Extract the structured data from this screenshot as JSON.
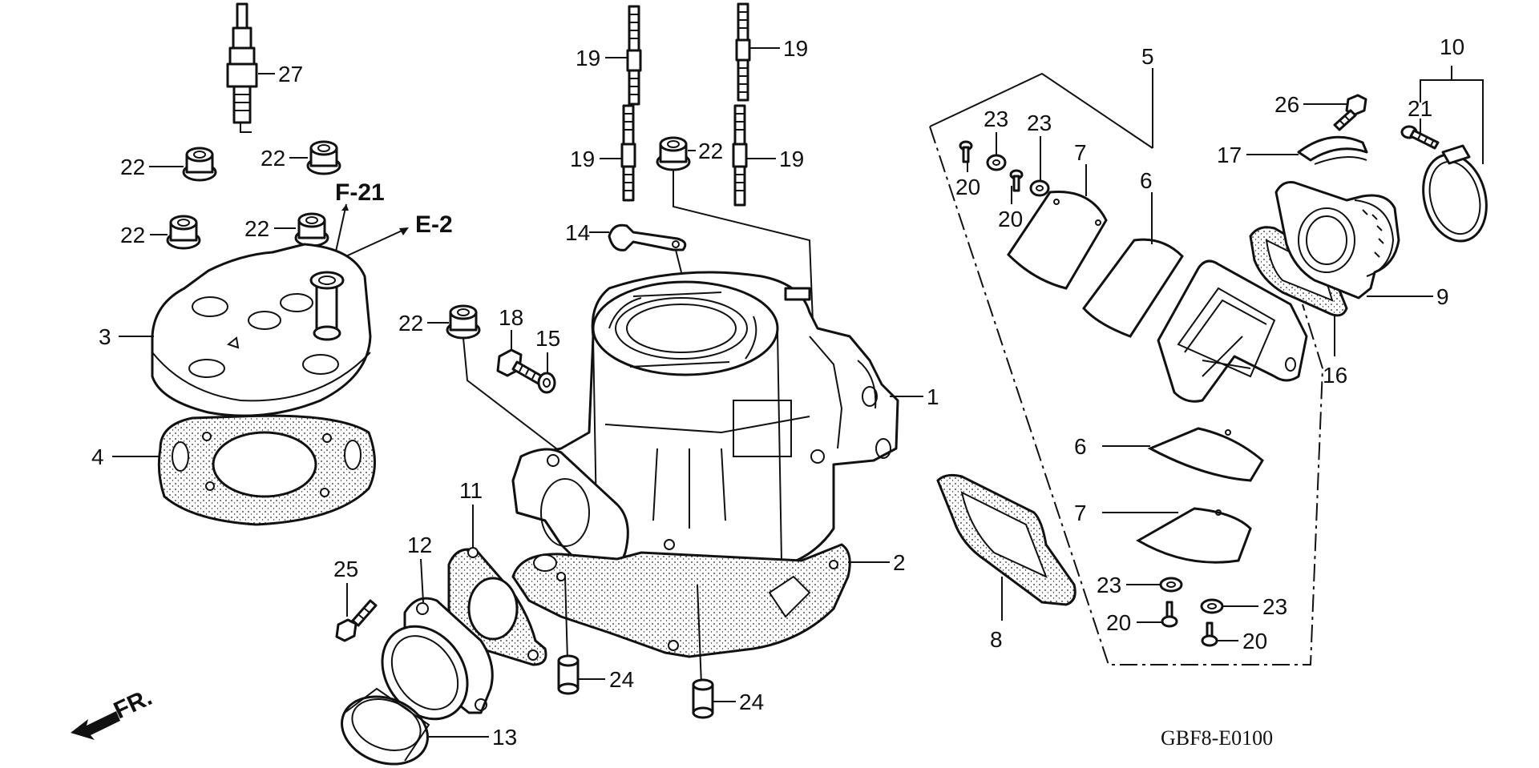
{
  "callouts": {
    "c1": "1",
    "c2": "2",
    "c3": "3",
    "c4": "4",
    "c5": "5",
    "c6a": "6",
    "c6b": "6",
    "c7a": "7",
    "c7b": "7",
    "c8": "8",
    "c9": "9",
    "c10": "10",
    "c11": "11",
    "c12": "12",
    "c13": "13",
    "c14": "14",
    "c15": "15",
    "c16": "16",
    "c17": "17",
    "c18": "18",
    "c19a": "19",
    "c19b": "19",
    "c19c": "19",
    "c19d": "19",
    "c20a": "20",
    "c20b": "20",
    "c20c": "20",
    "c20d": "20",
    "c21": "21",
    "c22a": "22",
    "c22b": "22",
    "c22c": "22",
    "c22d": "22",
    "c22e": "22",
    "c22f": "22",
    "c23a": "23",
    "c23b": "23",
    "c23c": "23",
    "c23d": "23",
    "c24a": "24",
    "c24b": "24",
    "c25": "25",
    "c26": "26",
    "c27": "27"
  },
  "references": {
    "f21": "F-21",
    "e2": "E-2"
  },
  "direction": "FR.",
  "diagram_code": "GBF8-E0100"
}
